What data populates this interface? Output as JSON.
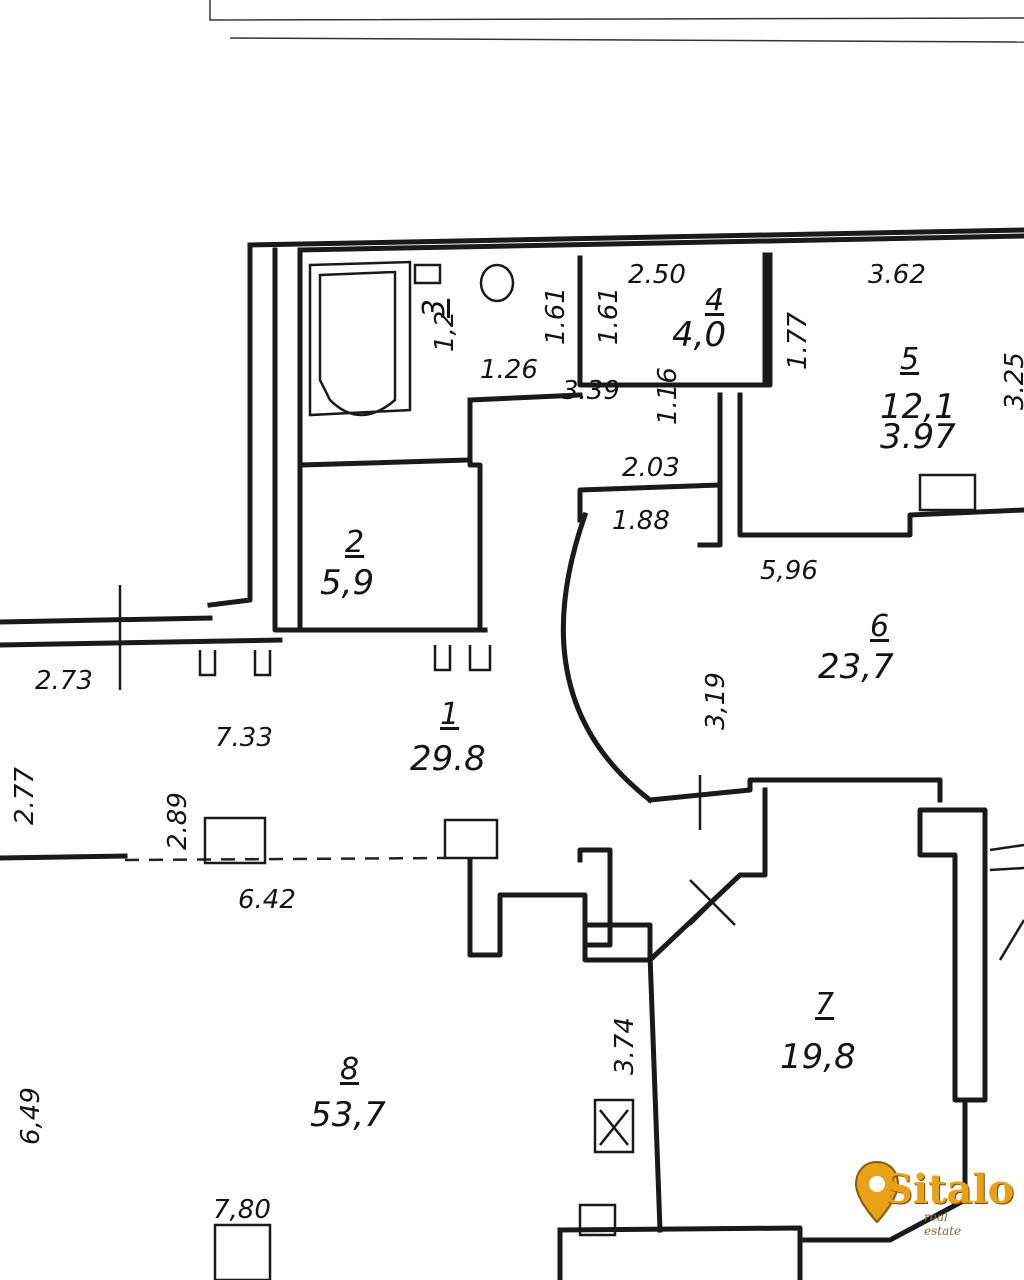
{
  "rooms": [
    {
      "no": "1",
      "area": "29.8"
    },
    {
      "no": "2",
      "area": "5,9"
    },
    {
      "no": "3",
      "area": "1,2"
    },
    {
      "no": "4",
      "area": "4,0"
    },
    {
      "no": "5",
      "area": "12,1"
    },
    {
      "no": "6",
      "area": "23,7"
    },
    {
      "no": "7",
      "area": "19,8"
    },
    {
      "no": "8",
      "area": "53,7"
    }
  ],
  "dimensions": {
    "d250": "2.50",
    "d362": "3.62",
    "d161a": "1.61",
    "d161b": "1.61",
    "d177": "1.77",
    "d126": "1.26",
    "d339": "3.39",
    "d116": "1.16",
    "d203": "2.03",
    "d188": "1.88",
    "d397": "3.97",
    "d596": "5,96",
    "d325": "3.25",
    "d273": "2.73",
    "d277": "2.77",
    "d733": "7.33",
    "d289": "2.89",
    "d642": "6.42",
    "d319": "3,19",
    "d374": "3.74",
    "d649": "6,49",
    "d780": "7,80"
  },
  "logo": {
    "brand": "Sitalo",
    "tagline": "real estate",
    "accent": "#e8a21a"
  }
}
